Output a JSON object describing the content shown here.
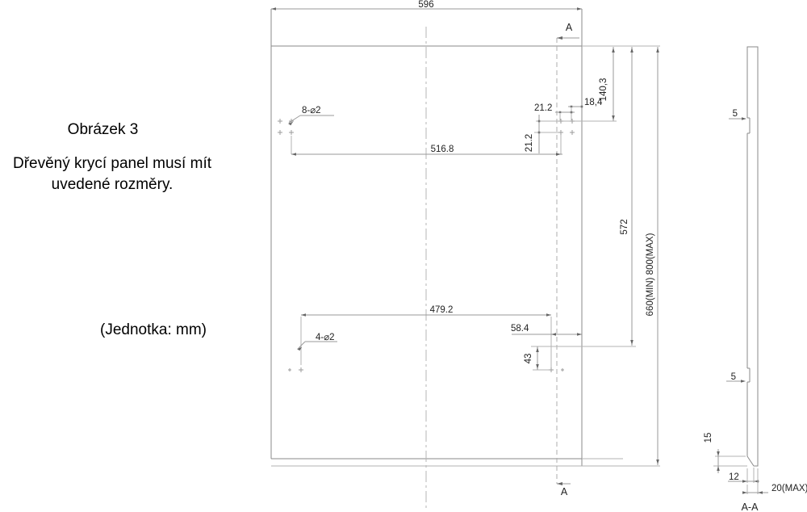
{
  "figure": {
    "title": "Obrázek 3",
    "description_line1": "Dřevěný krycí panel musí mít",
    "description_line2": "uvedené rozměry.",
    "unit_note": "(Jednotka: mm)"
  },
  "front_view": {
    "width": "596",
    "hole_group_top": "8-⌀2",
    "hole_span_top": "516.8",
    "col_spacing": "21.2",
    "row_spacing": "21.2",
    "edge_offset": "18,4",
    "top_offset": "140,3",
    "height_to_bottom_row": "572",
    "height_min_max": "660(MIN) 800(MAX)",
    "hole_group_bottom": "4-⌀2",
    "hole_span_bottom": "479.2",
    "corner_offset": "58.4",
    "row_offset_bottom": "43",
    "section_marker_top": "A",
    "section_marker_bottom": "A"
  },
  "section_view": {
    "label": "A-A",
    "hole_depth_top": "5",
    "hole_depth_bottom": "5",
    "edge_height": "15",
    "tip_width": "12",
    "thickness_max": "20(MAX)"
  },
  "colors": {
    "line": "#8a8a8a",
    "dimension_line": "#9a9a9a",
    "text": "#222222",
    "background": "#ffffff"
  }
}
